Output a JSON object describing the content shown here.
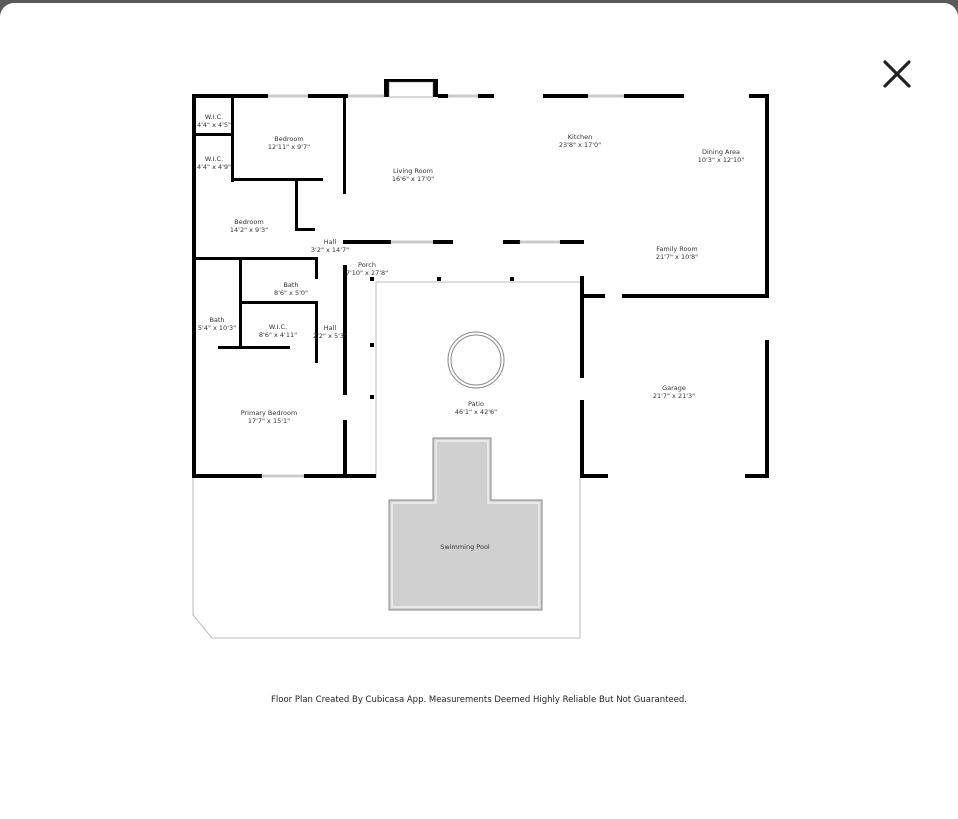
{
  "viewer": {
    "close_icon": "close-x-icon"
  },
  "floor_plan": {
    "rooms": [
      {
        "name": "W.I.C.",
        "size": "4'4\" x 4'5\""
      },
      {
        "name": "Bedroom",
        "size": "12'11\" x 9'7\""
      },
      {
        "name": "W.I.C.",
        "size": "4'4\" x 4'9\""
      },
      {
        "name": "Bedroom",
        "size": "14'2\" x 9'3\""
      },
      {
        "name": "Living Room",
        "size": "16'6\" x 17'0\""
      },
      {
        "name": "Kitchen",
        "size": "23'8\" x 17'0\""
      },
      {
        "name": "Dining Area",
        "size": "10'3\" x 12'10\""
      },
      {
        "name": "Family Room",
        "size": "21'7\" x 10'8\""
      },
      {
        "name": "Hall",
        "size": "3'2\" x 14'7\""
      },
      {
        "name": "Porch",
        "size": "7'10\" x 27'8\""
      },
      {
        "name": "Bath",
        "size": "8'6\" x 5'0\""
      },
      {
        "name": "Bath",
        "size": "5'4\" x 10'3\""
      },
      {
        "name": "W.I.C.",
        "size": "8'6\" x 4'11\""
      },
      {
        "name": "Hall",
        "size": "2'2\" x 5'3\""
      },
      {
        "name": "Primary Bedroom",
        "size": "17'7\" x 15'1\""
      },
      {
        "name": "Patio",
        "size": "46'1\" x 42'6\""
      },
      {
        "name": "Garage",
        "size": "21'7\" x 21'3\""
      },
      {
        "name": "Swimming Pool",
        "size": ""
      }
    ],
    "footer": "Floor Plan Created By Cubicasa App. Measurements Deemed Highly Reliable But Not Guaranteed."
  }
}
